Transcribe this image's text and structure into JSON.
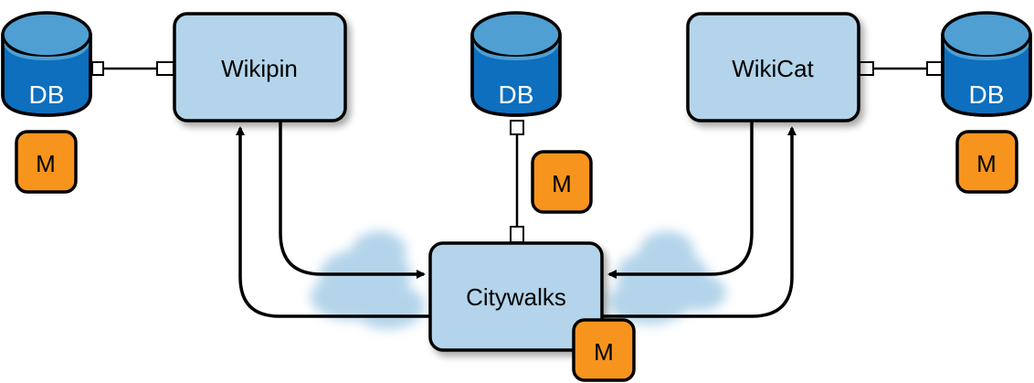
{
  "colors": {
    "service_fill": "#b3d4ea",
    "db_body": "#0d6fbd",
    "db_top": "#4f9fd3",
    "m_fill": "#f7941e",
    "stroke": "#000000",
    "cloud": "#b3d4ea"
  },
  "services": {
    "wikipin": "Wikipin",
    "wikicat": "WikiCat",
    "citywalks": "Citywalks"
  },
  "databases": {
    "left": "DB",
    "center": "DB",
    "right": "DB"
  },
  "monitors": {
    "left": "M",
    "center": "M",
    "right": "M",
    "citywalks": "M"
  }
}
